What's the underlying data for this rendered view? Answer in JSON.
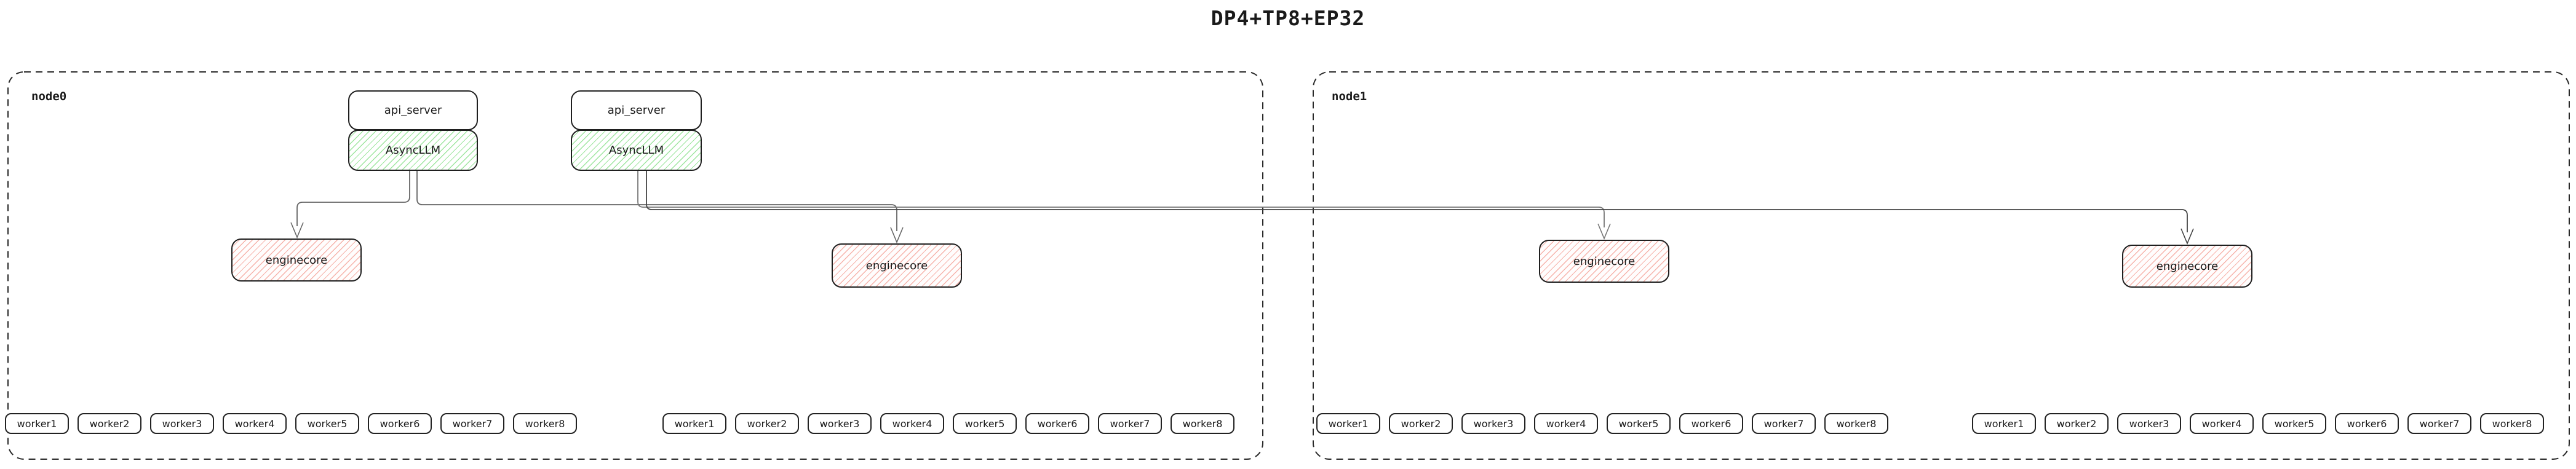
{
  "title": "DP4+TP8+EP32",
  "colors": {
    "async_llm_hatch": "#9fe6a0",
    "enginecore_hatch": "#f6b3ab",
    "box_border": "#1f1f1f",
    "connector": "#666666",
    "node_border": "#2a2a2a"
  },
  "nodes": [
    {
      "label": "node0",
      "frontends": [
        {
          "api_server": "api_server",
          "asyncllm": "AsyncLLM"
        },
        {
          "api_server": "api_server",
          "asyncllm": "AsyncLLM"
        }
      ],
      "enginecores": [
        "enginecore",
        "enginecore"
      ],
      "worker_groups": [
        [
          "worker1",
          "worker2",
          "worker3",
          "worker4",
          "worker5",
          "worker6",
          "worker7",
          "worker8"
        ],
        [
          "worker1",
          "worker2",
          "worker3",
          "worker4",
          "worker5",
          "worker6",
          "worker7",
          "worker8"
        ]
      ]
    },
    {
      "label": "node1",
      "frontends": [],
      "enginecores": [
        "enginecore",
        "enginecore"
      ],
      "worker_groups": [
        [
          "worker1",
          "worker2",
          "worker3",
          "worker4",
          "worker5",
          "worker6",
          "worker7",
          "worker8"
        ],
        [
          "worker1",
          "worker2",
          "worker3",
          "worker4",
          "worker5",
          "worker6",
          "worker7",
          "worker8"
        ]
      ]
    }
  ]
}
